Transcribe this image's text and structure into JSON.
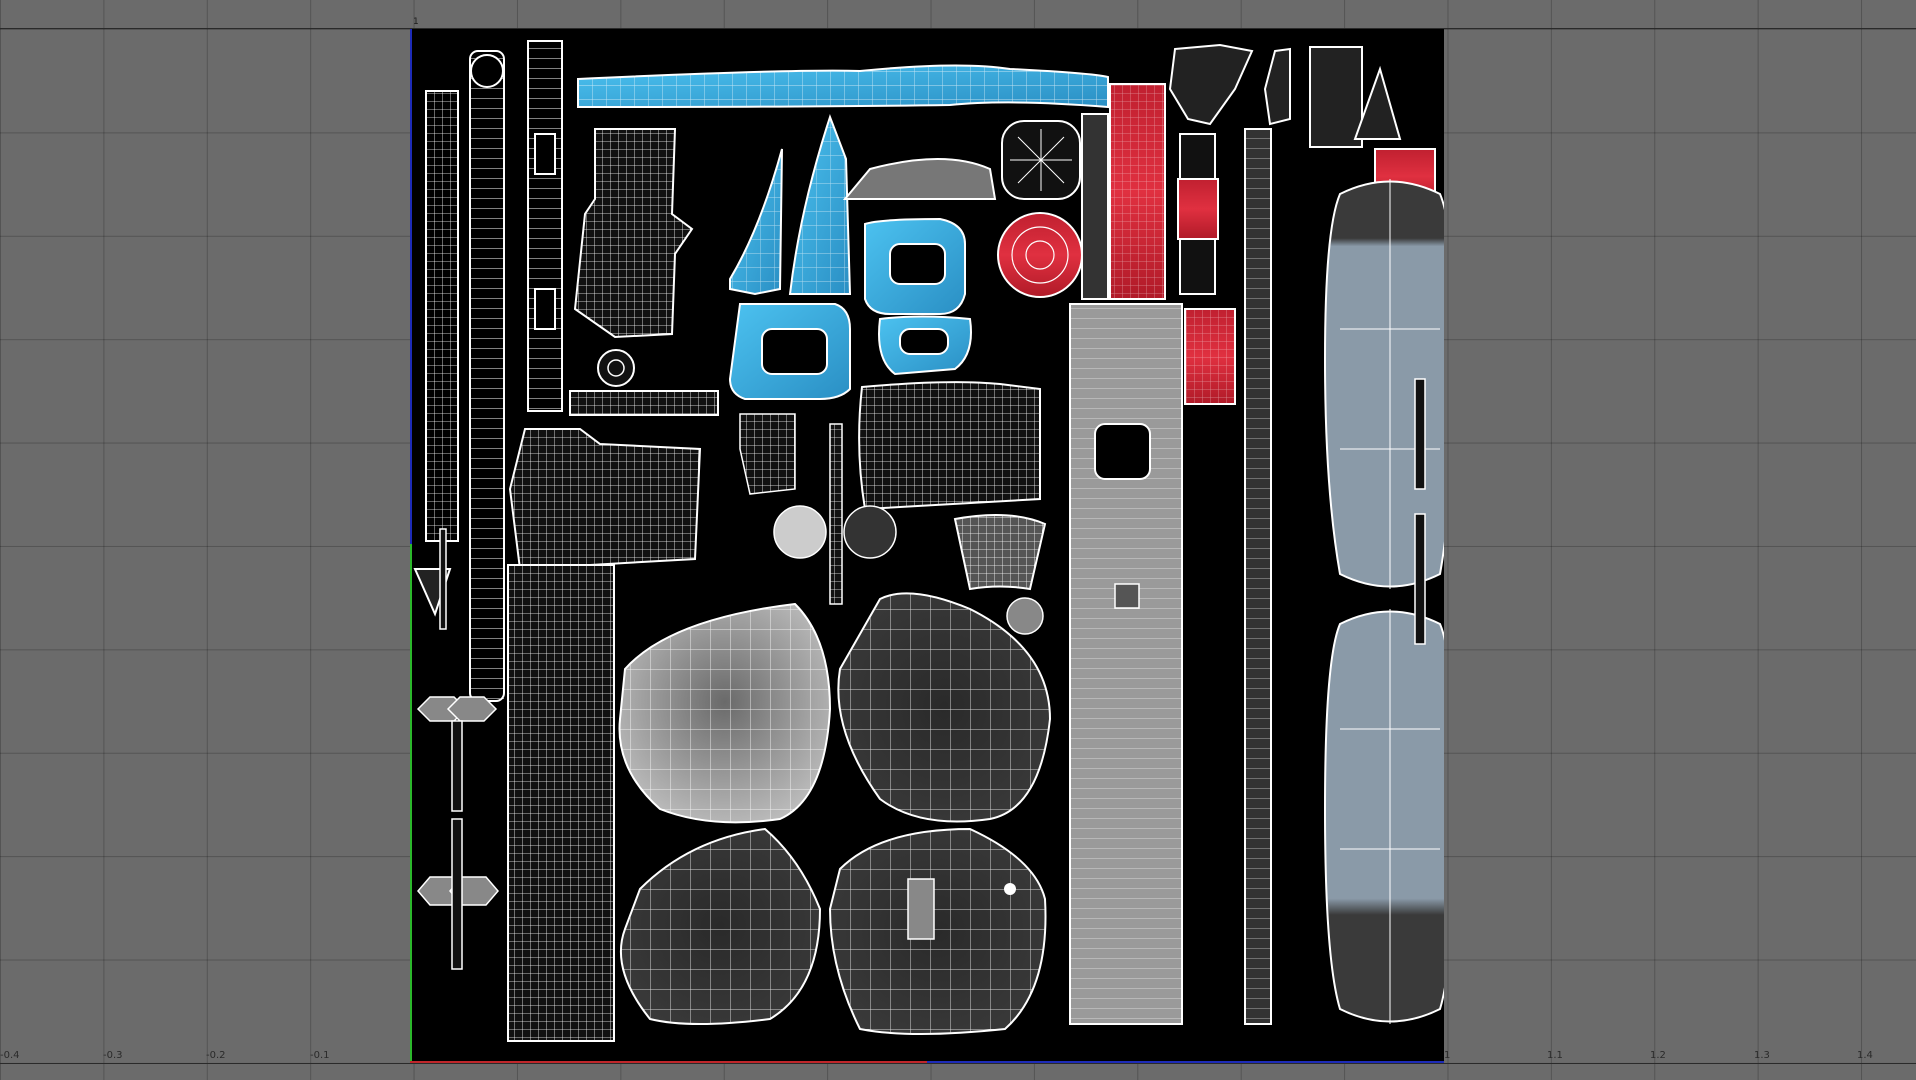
{
  "editor": {
    "tile_corner_label": "1"
  },
  "u_axis": {
    "labels": [
      "-0.4",
      "-0.3",
      "-0.2",
      "-0.1",
      "1",
      "1.1",
      "1.2",
      "1.3",
      "1.4"
    ]
  },
  "colors": {
    "background": "#6b6b6b",
    "uv_tile": "#000000",
    "wire": "#ffffff",
    "blue_texture": "#33a6d8",
    "red_texture": "#d8323e",
    "u_axis": "#c0262a",
    "v_axis": "#1d2bb8",
    "v_axis_lower": "#2bb82b"
  },
  "icons": [
    "uv-shell-shapes"
  ]
}
